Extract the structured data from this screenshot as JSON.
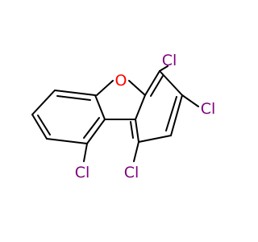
{
  "molecule": {
    "atoms": {
      "oxygen": {
        "label": "O",
        "color": "#ff0000"
      },
      "cl_4": {
        "label": "Cl",
        "color": "#7f007f"
      },
      "cl_3": {
        "label": "Cl",
        "color": "#7f007f"
      },
      "cl_1": {
        "label": "Cl",
        "color": "#7f007f"
      },
      "cl_9": {
        "label": "Cl",
        "color": "#7f007f"
      }
    },
    "bond_color": "#000000"
  }
}
